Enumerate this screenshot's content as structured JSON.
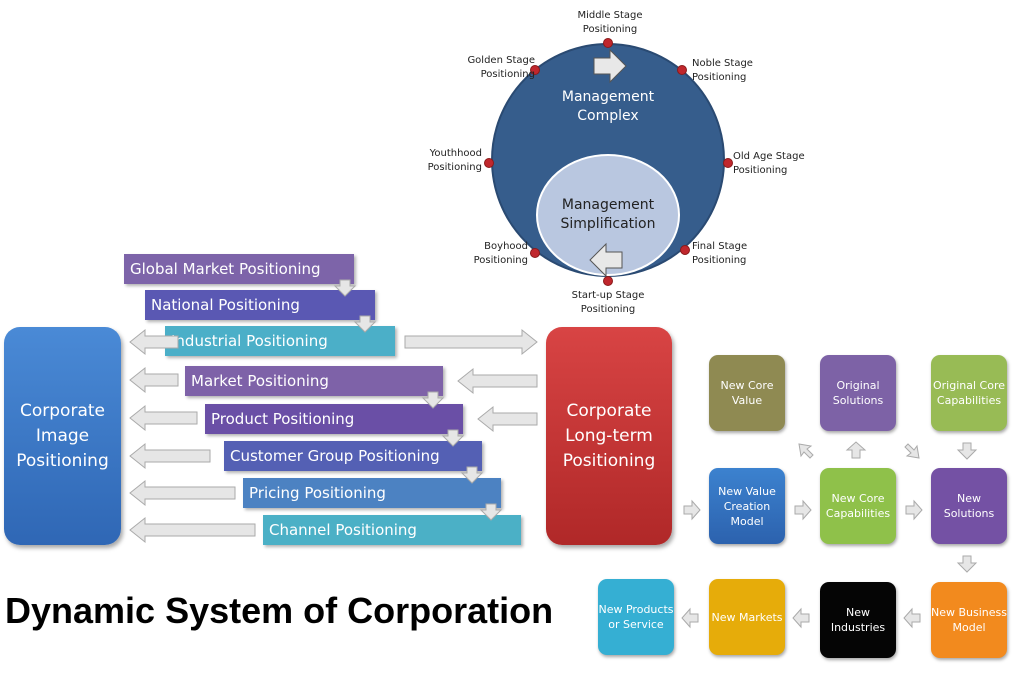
{
  "circle": {
    "outer_label": "Management Complex",
    "inner_label": "Management Simplification",
    "outer_color": "#365d8c",
    "inner_color": "#b9c7e0",
    "stages": [
      "Middle Stage Positioning",
      "Golden Stage Positioning",
      "Noble Stage Positioning",
      "Youthhood Positioning",
      "Old Age Stage Positioning",
      "Boyhood Positioning",
      "Final Stage Positioning",
      "Start-up Stage Positioning"
    ]
  },
  "left": {
    "image_box": "Corporate Image Positioning",
    "longterm_box": "Corporate Long-term Positioning",
    "bars": [
      "Global Market Positioning",
      "National Positioning",
      "Industrial Positioning",
      "Market Positioning",
      "Product Positioning",
      "Customer Group Positioning",
      "Pricing Positioning",
      "Channel Positioning"
    ]
  },
  "flow": {
    "boxes": [
      "New Core Value",
      "Original Solutions",
      "Original Core Capabilities",
      "New Value Creation Model",
      "New Core Capabilities",
      "New Solutions",
      "New Products or Service",
      "New Markets",
      "New Industries",
      "New Business Model"
    ]
  },
  "title": "Dynamic System of Corporation"
}
